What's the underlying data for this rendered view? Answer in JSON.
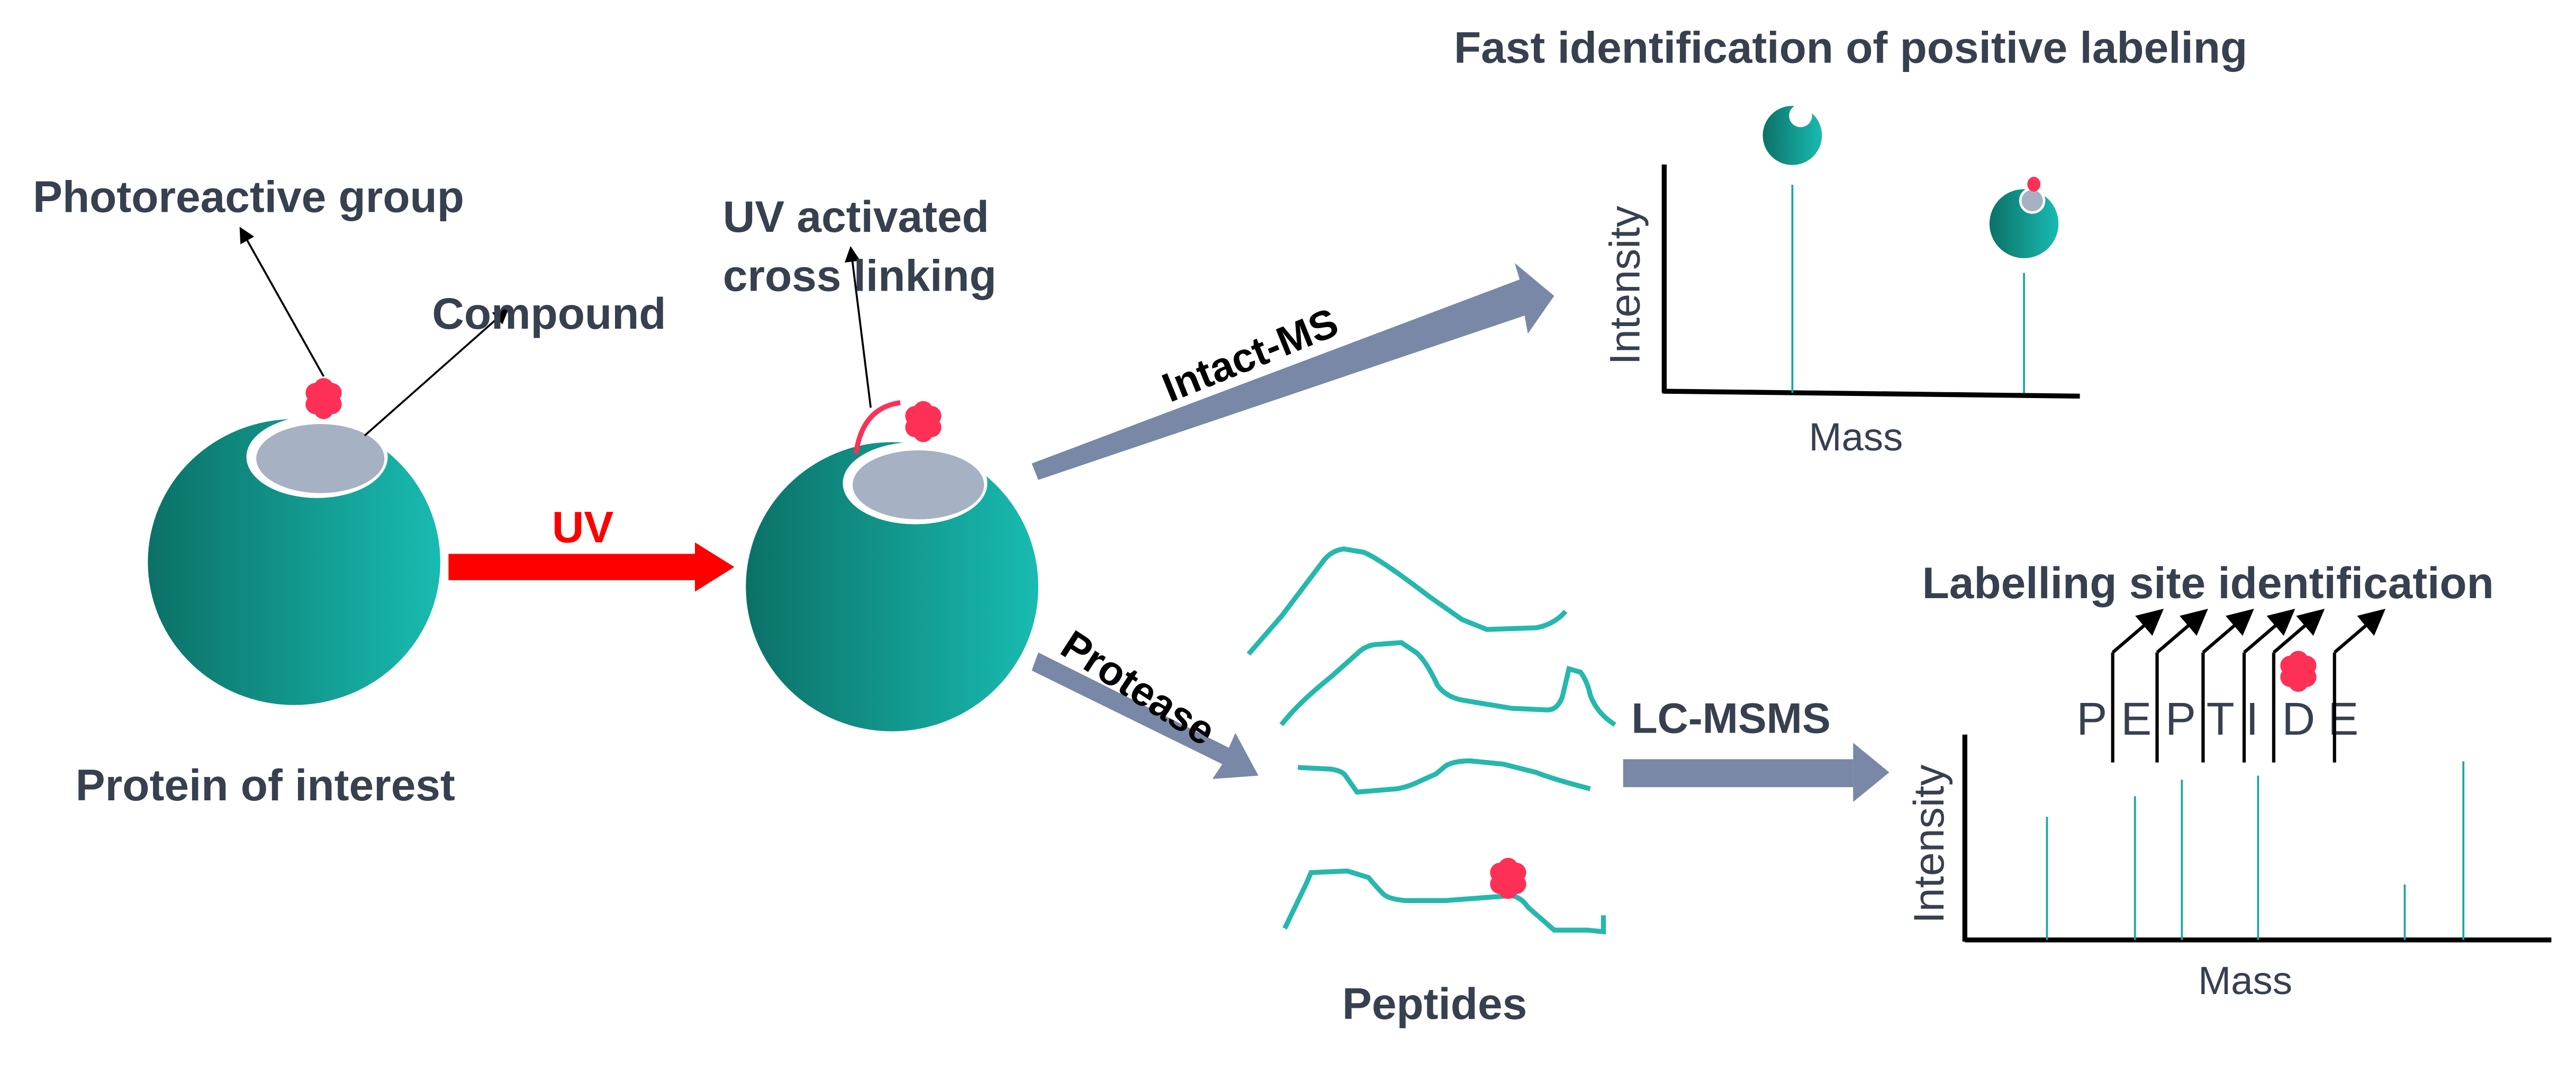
{
  "colors": {
    "protein_dark": "#0b7167",
    "protein_light": "#19bbb1",
    "compound": "#a6b1c4",
    "photoreactive": "#ff3056",
    "uv_arrow": "#ff0000",
    "process_arrow": "#7888a6",
    "text": "#37404f",
    "peak": "#1aa89d",
    "peptide_line": "#26b7ad"
  },
  "labels": {
    "photoreactive_group": "Photoreactive group",
    "compound": "Compound",
    "protein_of_interest": "Protein of interest",
    "uv": "UV",
    "uv_activated_line1": "UV activated",
    "uv_activated_line2": "cross linking",
    "intact_ms": "Intact-MS",
    "protease": "Protease",
    "peptides": "Peptides",
    "lc_msms": "LC-MSMS",
    "fast_identification": "Fast identification of positive labeling",
    "labelling_site": "Labelling site identification"
  },
  "intact_chart": {
    "xlabel": "Mass",
    "ylabel": "Intensity",
    "peaks": [
      {
        "name": "unlabeled-protein",
        "mass_rel": 0.31,
        "intensity_rel": 0.92
      },
      {
        "name": "labeled-protein",
        "mass_rel": 0.87,
        "intensity_rel": 0.62
      }
    ]
  },
  "msms_chart": {
    "xlabel": "Mass",
    "ylabel": "Intensity",
    "peptide_sequence": [
      "P",
      "E",
      "P",
      "T",
      "I",
      "D",
      "E"
    ],
    "labeled_residue_index": 5,
    "peaks": [
      {
        "mass_rel": 0.14,
        "intensity_rel": 0.6
      },
      {
        "mass_rel": 0.29,
        "intensity_rel": 0.7
      },
      {
        "mass_rel": 0.37,
        "intensity_rel": 0.78
      },
      {
        "mass_rel": 0.5,
        "intensity_rel": 0.8
      },
      {
        "mass_rel": 0.75,
        "intensity_rel": 0.27
      },
      {
        "mass_rel": 0.85,
        "intensity_rel": 0.87
      }
    ]
  }
}
